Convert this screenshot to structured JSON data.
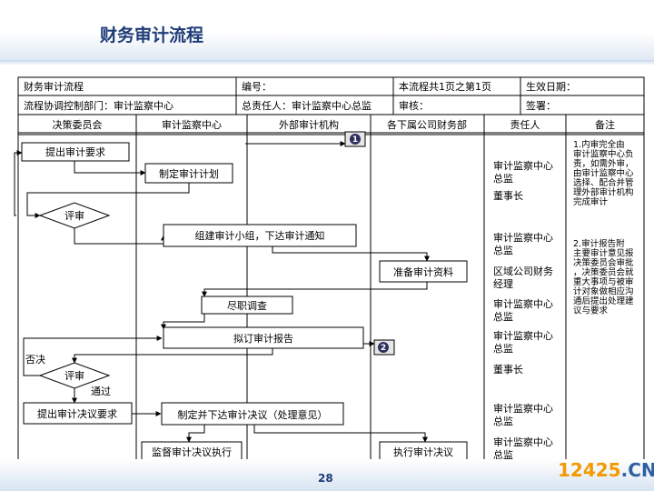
{
  "page": {
    "title": "财务审计流程",
    "page_number": "28",
    "logo_number": "12425",
    "logo_domain": ".CN"
  },
  "header": {
    "row1": [
      "财务审计流程",
      "编号：",
      "本流程共1页之第1页",
      "生效日期："
    ],
    "row2": [
      "流程协调控制部门：审计监察中心",
      "总责任人：审计监察中心总监",
      "审核：",
      "签署："
    ]
  },
  "lanes": [
    "决策委员会",
    "审计监察中心",
    "外部审计机构",
    "各下属公司财务部",
    "责任人",
    "备注"
  ],
  "steps": {
    "s1": "提出审计要求",
    "s2": "制定审计计划",
    "d1": "评审",
    "s3": "组建审计小组，下达审计通知",
    "s4": "准备审计资料",
    "s5": "尽职调查",
    "s6": "拟订审计报告",
    "d2": "评审",
    "s7": "提出审计决议要求",
    "s8": "制定并下达审计决议（处理意见）",
    "s9": "监督审计决议执行",
    "s10": "执行审计决议"
  },
  "labels": {
    "reject": "否决",
    "pass": "通过",
    "marker1": "1",
    "marker2": "2"
  },
  "responsible": [
    "审计监察中心总监",
    "董事长",
    "审计监察中心总监",
    "区域公司财务经理",
    "审计监察中心总监",
    "审计监察中心总监",
    "董事长",
    "审计监察中心总监",
    "审计监察中心总监"
  ],
  "notes": {
    "note1": "1.内审完全由审计监察中心负责，如需外审，由审计监察中心选择、配合并管理外部审计机构完成审计",
    "note2": "2.审计报告附主要审计意见报决策委员会审批，决策委员会就重大事项与被审计对象做相应沟通后提出处理建议与要求"
  },
  "colors": {
    "title": "#1f3c78",
    "line": "#000000",
    "header_fill": "#ffffff"
  }
}
